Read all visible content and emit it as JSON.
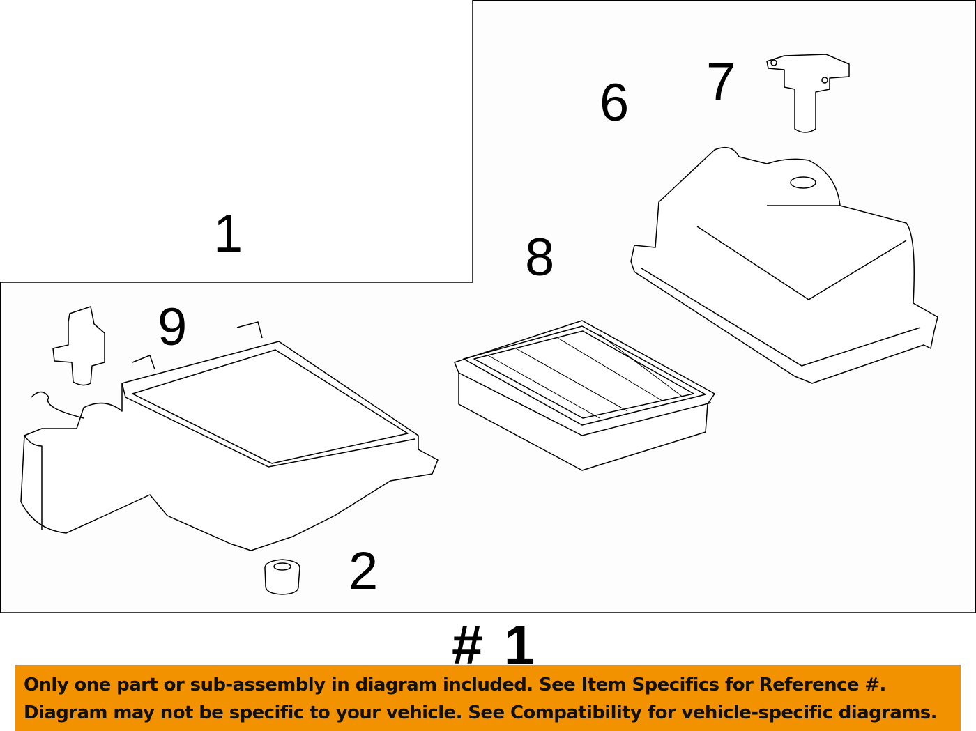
{
  "callouts": {
    "c1": "1",
    "c2": "2",
    "c6": "6",
    "c7": "7",
    "c8": "8",
    "c9": "9"
  },
  "reference_label": "# 1",
  "banner": {
    "line1": "Only one part or sub-assembly in diagram included. See Item Specifics for Reference #.",
    "line2": "Diagram may not be specific to your vehicle. See Compatibility for vehicle-specific diagrams."
  },
  "colors": {
    "banner": "#f39200",
    "line": "#000000"
  }
}
